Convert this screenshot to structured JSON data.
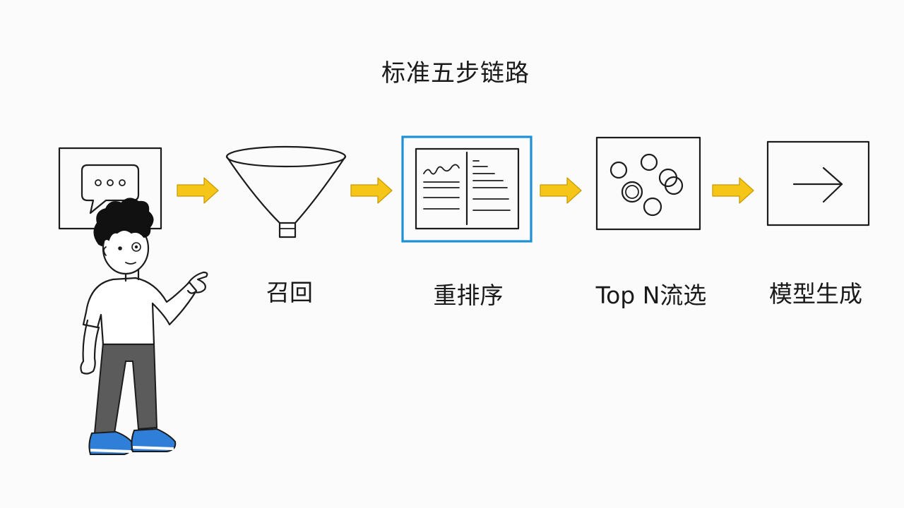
{
  "diagram": {
    "title": "标准五步链路",
    "steps": [
      {
        "label": "",
        "icon": "chat-bubble-icon"
      },
      {
        "label": "召回",
        "icon": "funnel-icon"
      },
      {
        "label": "重排序",
        "icon": "document-rerank-icon",
        "highlight_color": "#1e90d6"
      },
      {
        "label": "Top N流选",
        "icon": "circles-selection-icon"
      },
      {
        "label": "模型生成",
        "icon": "arrow-right-icon"
      }
    ],
    "arrow_color": "#f5c518",
    "character": "pointing-person-illustration"
  }
}
